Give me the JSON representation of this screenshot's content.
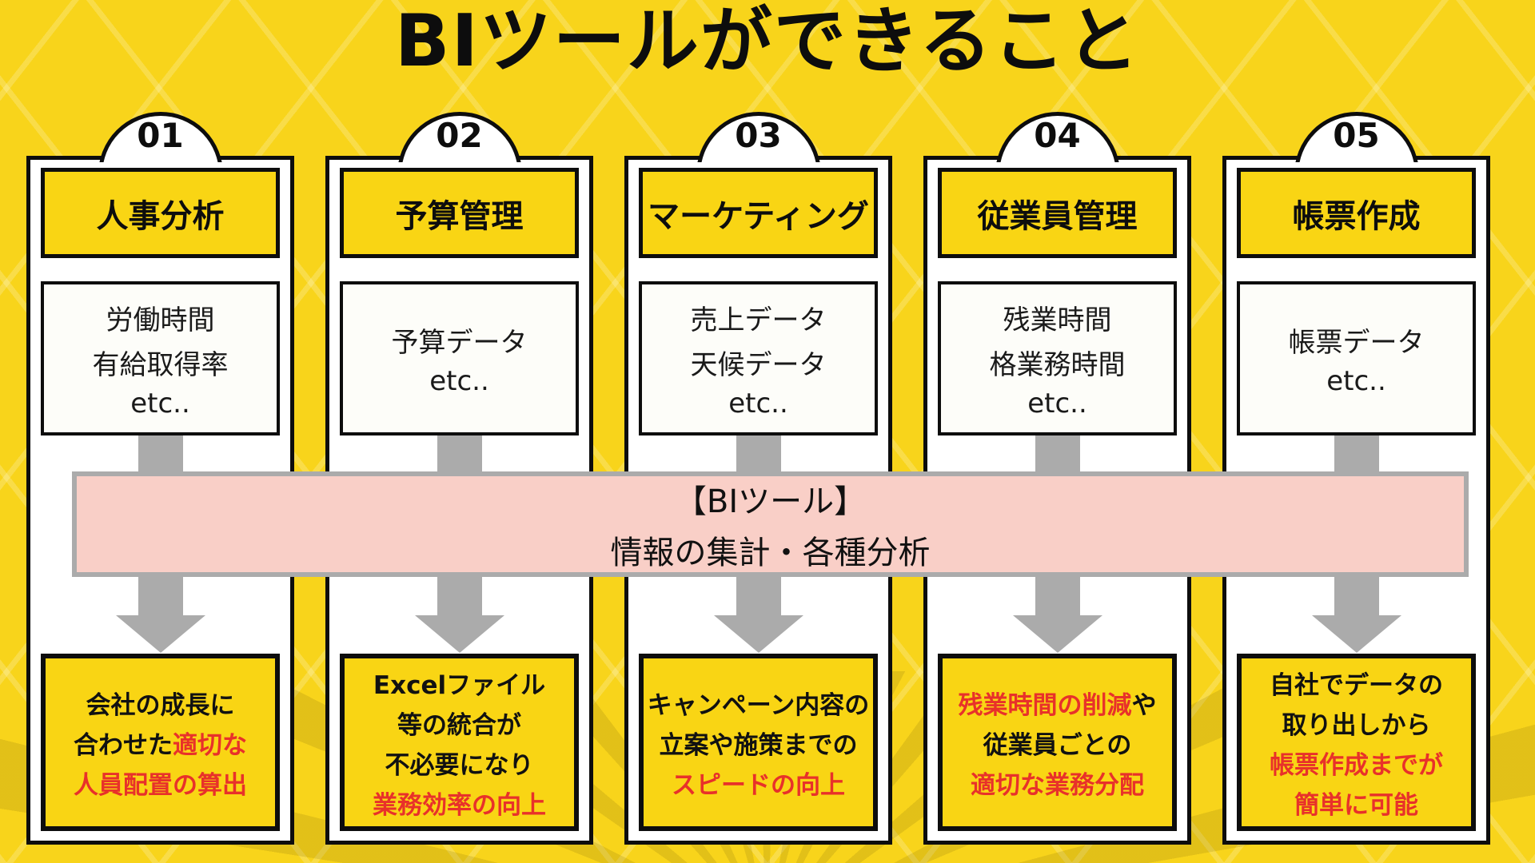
{
  "title": "BIツールができること",
  "band": {
    "line1": "【BIツール】",
    "line2": "情報の集計・各種分析"
  },
  "columns": [
    {
      "number": "01",
      "header": "人事分析",
      "inputs": [
        "労働時間",
        "有給取得率",
        "etc.."
      ],
      "outcome_lines": [
        [
          {
            "text": "会社の成長に",
            "style": "normal"
          }
        ],
        [
          {
            "text": "合わせた",
            "style": "normal"
          },
          {
            "text": "適切な",
            "style": "red"
          }
        ],
        [
          {
            "text": "人員配置の算出",
            "style": "red"
          }
        ]
      ]
    },
    {
      "number": "02",
      "header": "予算管理",
      "inputs": [
        "予算データ",
        "etc.."
      ],
      "outcome_lines": [
        [
          {
            "text": "Excelファイル",
            "style": "normal"
          }
        ],
        [
          {
            "text": "等の統合が",
            "style": "normal"
          }
        ],
        [
          {
            "text": "不必要になり",
            "style": "normal"
          }
        ],
        [
          {
            "text": "業務効率の向上",
            "style": "red"
          }
        ]
      ]
    },
    {
      "number": "03",
      "header": "マーケティング",
      "inputs": [
        "売上データ",
        "天候データ",
        "etc.."
      ],
      "outcome_lines": [
        [
          {
            "text": "キャンペーン内容の",
            "style": "normal"
          }
        ],
        [
          {
            "text": "立案や施策までの",
            "style": "normal"
          }
        ],
        [
          {
            "text": "スピードの向上",
            "style": "red"
          }
        ]
      ]
    },
    {
      "number": "04",
      "header": "従業員管理",
      "inputs": [
        "残業時間",
        "格業務時間",
        "etc.."
      ],
      "outcome_lines": [
        [
          {
            "text": "残業時間の削減",
            "style": "red"
          },
          {
            "text": "や",
            "style": "normal"
          }
        ],
        [
          {
            "text": "従業員ごとの",
            "style": "normal"
          }
        ],
        [
          {
            "text": "適切な業務分配",
            "style": "red"
          }
        ]
      ]
    },
    {
      "number": "05",
      "header": "帳票作成",
      "inputs": [
        "帳票データ",
        "etc.."
      ],
      "outcome_lines": [
        [
          {
            "text": "自社でデータの",
            "style": "normal"
          }
        ],
        [
          {
            "text": "取り出しから",
            "style": "normal"
          }
        ],
        [
          {
            "text": "帳票作成までが",
            "style": "red"
          }
        ],
        [
          {
            "text": "簡単に可能",
            "style": "red"
          }
        ]
      ]
    }
  ],
  "colors": {
    "background_yellow": "#F8D41B",
    "box_yellow": "#F9D514",
    "band_pink": "#F9CFC7",
    "band_border_gray": "#ABABAB",
    "arrow_gray": "#ABABAB",
    "accent_red": "#E8312A",
    "text_black": "#111111",
    "panel_white": "#FFFFFF"
  }
}
